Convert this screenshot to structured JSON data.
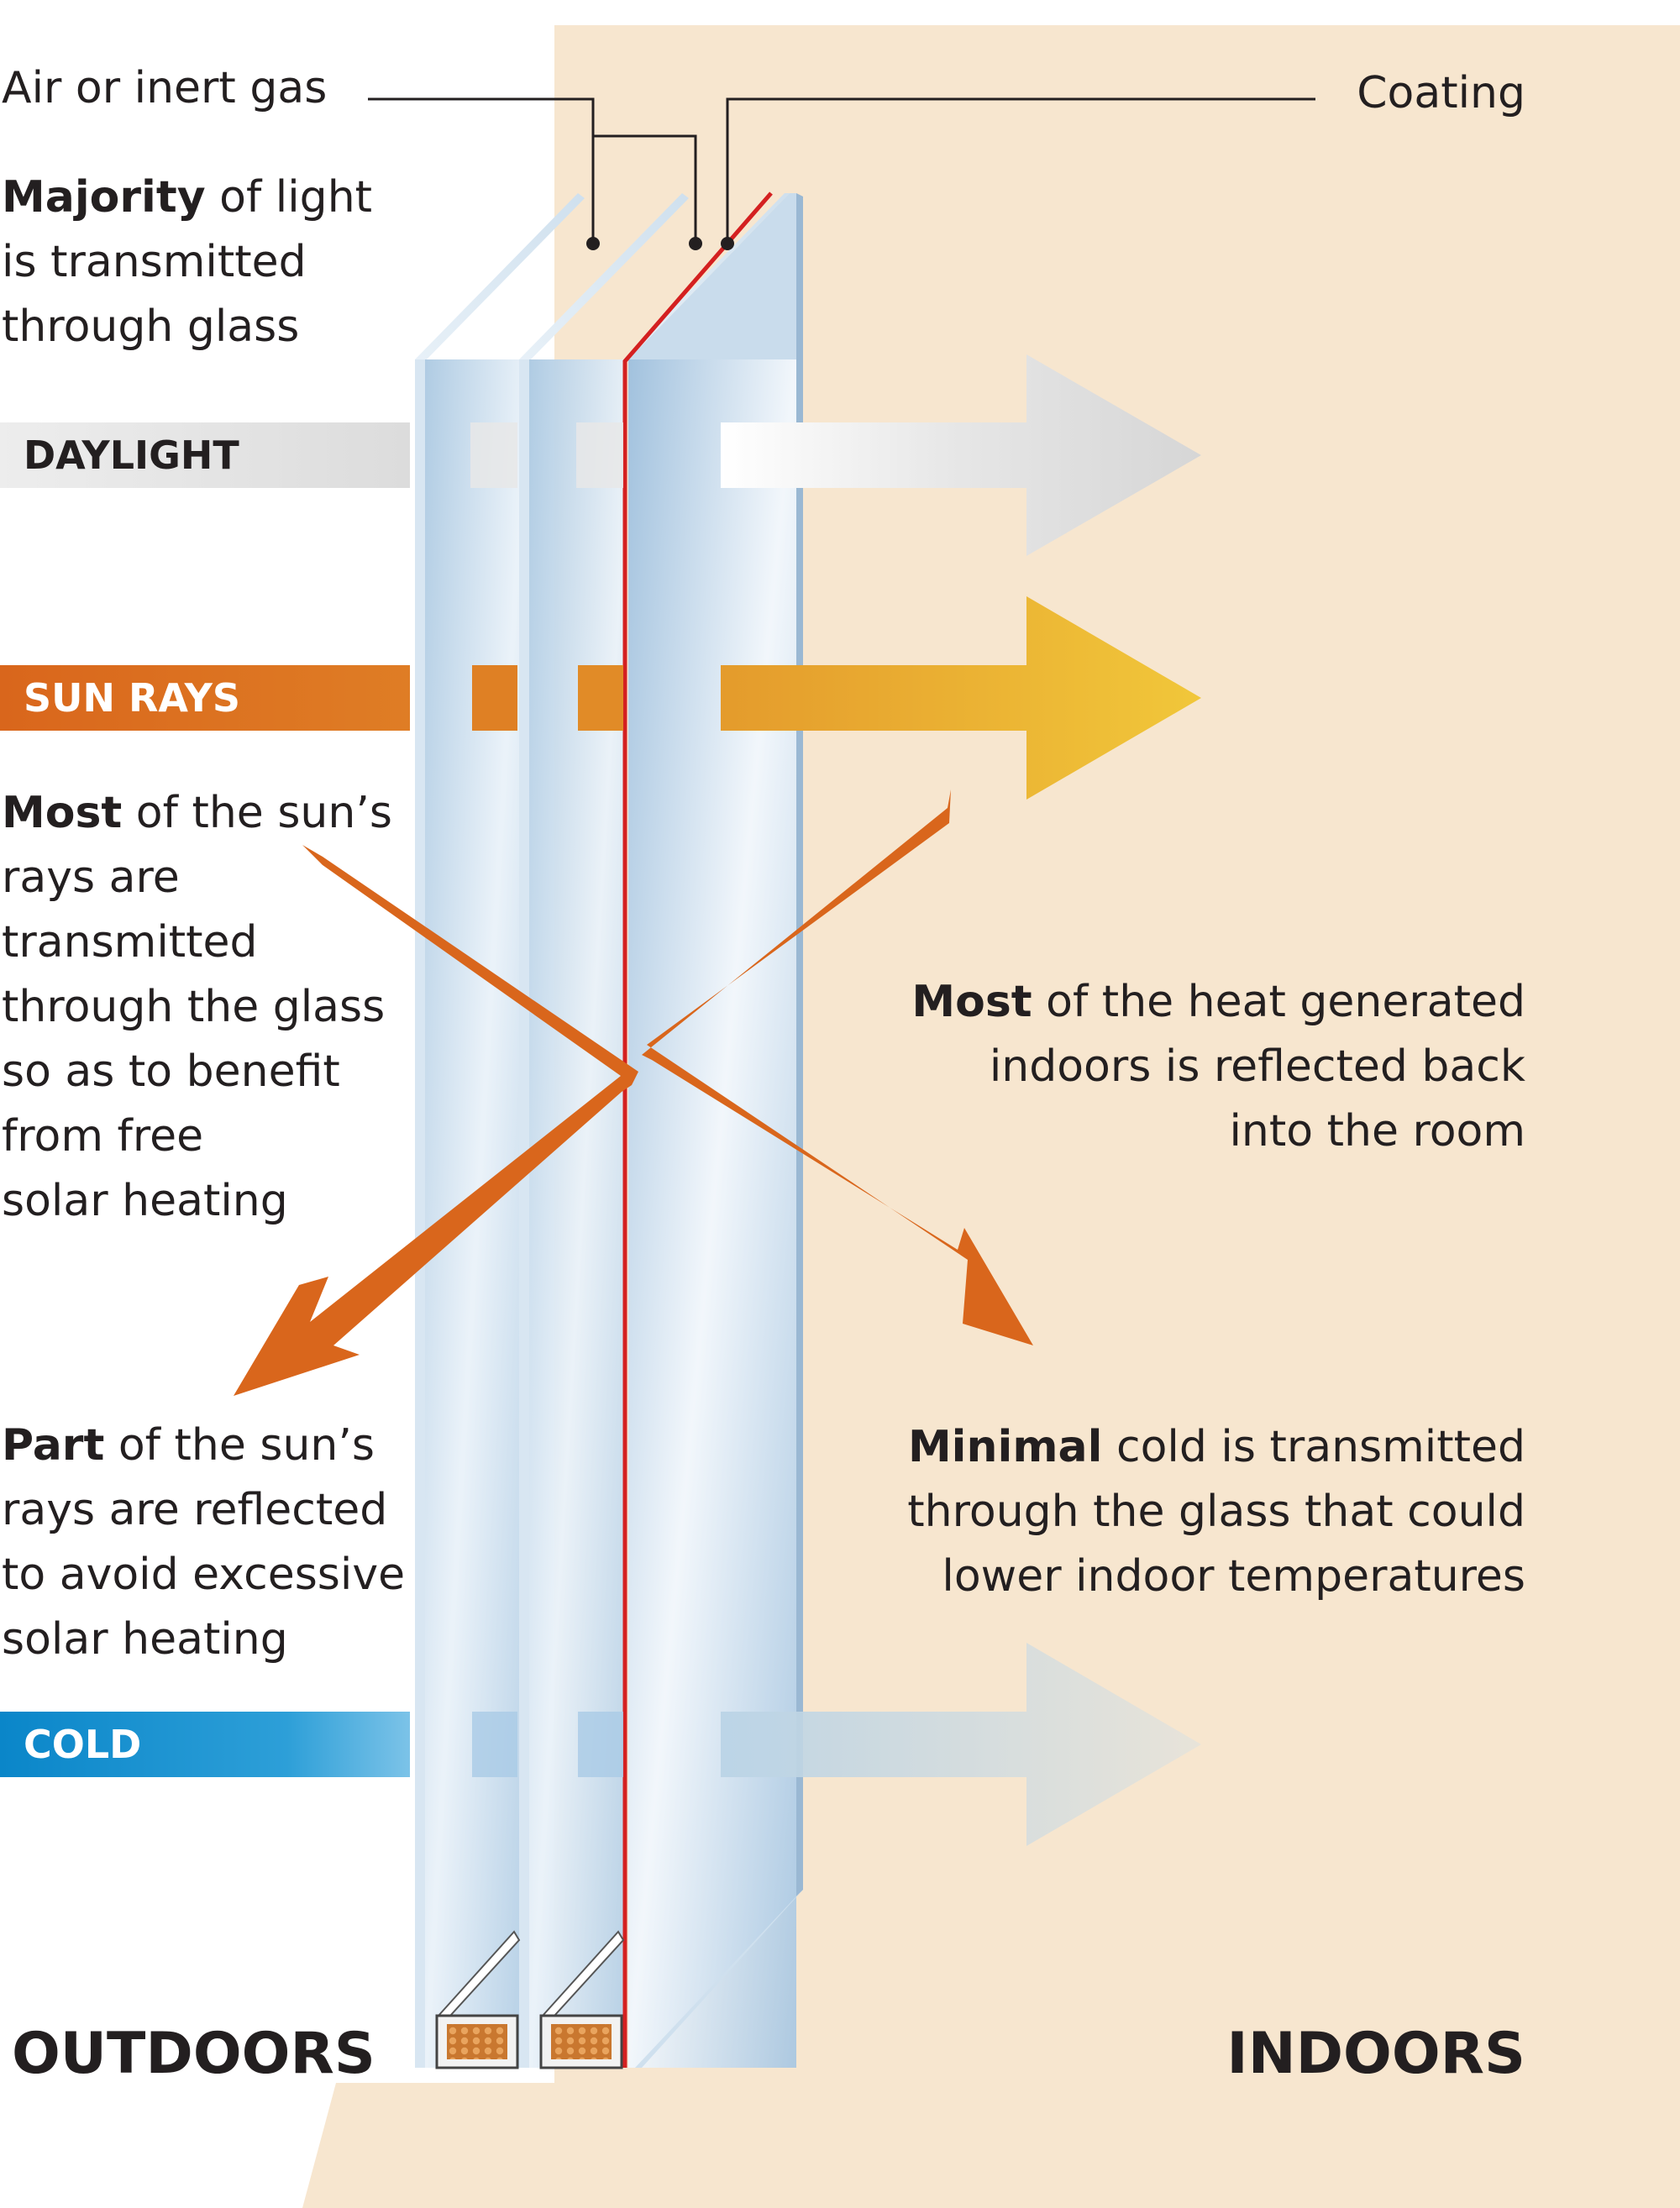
{
  "labels": {
    "air_gas": "Air or inert gas",
    "coating": "Coating",
    "outdoors": "OUTDOORS",
    "indoors": "INDOORS"
  },
  "bands": {
    "daylight": "DAYLIGHT",
    "sun_rays": "SUN RAYS",
    "cold": "COLD"
  },
  "notes": {
    "light": {
      "bold": "Majority",
      "rest": " of light",
      "lines": [
        "is transmitted",
        "through glass"
      ]
    },
    "sun": {
      "bold": "Most",
      "rest": " of the sun’s",
      "lines": [
        "rays are",
        "transmitted",
        "through the glass",
        "so as to benefit",
        "from free",
        "solar heating"
      ]
    },
    "reflect": {
      "bold": "Part",
      "rest": " of the sun’s",
      "lines": [
        "rays are reflected",
        "to avoid excessive",
        "solar heating"
      ]
    },
    "heat": {
      "bold": "Most",
      "rest": " of the heat generated",
      "lines": [
        "indoors is reflected back",
        "into the room"
      ]
    },
    "cold": {
      "bold": "Minimal",
      "rest": " cold is transmitted",
      "lines": [
        "through the glass that could",
        "lower indoor temperatures"
      ]
    }
  },
  "colors": {
    "indoor_bg": "#f7e6cf",
    "glass": "#a9c9e2",
    "coating": "#d42020",
    "orange": "#d9681e",
    "yellow": "#f0c43a",
    "daylight": "#dcdcdc",
    "cold": "#1e8fce"
  }
}
